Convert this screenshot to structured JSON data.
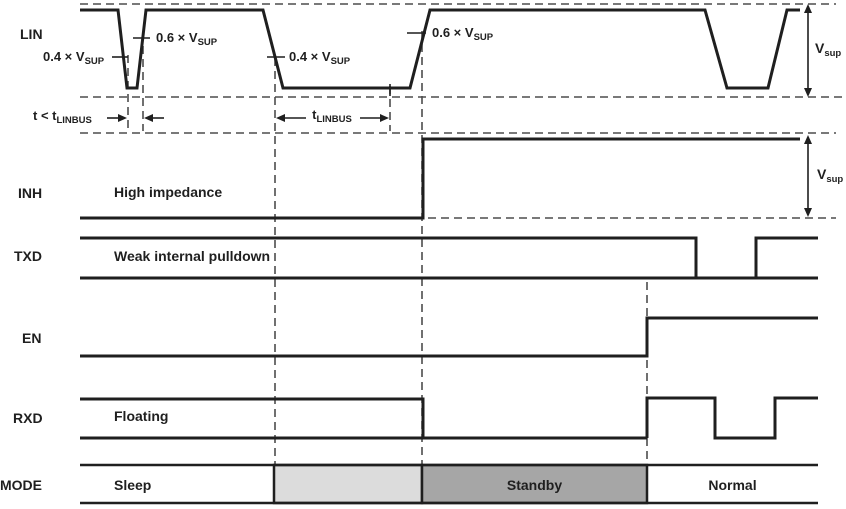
{
  "diagram": {
    "lin": {
      "label": "LIN",
      "threshold_04_a": {
        "pre": "0.4 × V",
        "sub": "SUP"
      },
      "threshold_06_a": {
        "pre": "0.6 × V",
        "sub": "SUP"
      },
      "threshold_04_b": {
        "pre": "0.4 × V",
        "sub": "SUP"
      },
      "threshold_06_b": {
        "pre": "0.6 × V",
        "sub": "SUP"
      },
      "vsup": {
        "pre": "V",
        "sub": "sup"
      }
    },
    "timing": {
      "t_short": {
        "pre": "t < t",
        "sub": "LINBUS"
      },
      "t_linbus": {
        "pre": "t",
        "sub": "LINBUS"
      }
    },
    "inh": {
      "label": "INH",
      "annotation": "High impedance",
      "vsup": {
        "pre": "V",
        "sub": "sup"
      }
    },
    "txd": {
      "label": "TXD",
      "annotation": "Weak internal pulldown"
    },
    "en": {
      "label": "EN"
    },
    "rxd": {
      "label": "RXD",
      "annotation": "Floating"
    },
    "mode": {
      "label": "MODE",
      "sleep": "Sleep",
      "standby": "Standby",
      "normal": "Normal"
    }
  },
  "colors": {
    "line": "#1f1f1f",
    "dashed": "#4d4d4d",
    "mode_unlabeled_box": "#dcdcdc",
    "mode_standby_box": "#a6a6a6",
    "background": "#ffffff"
  }
}
